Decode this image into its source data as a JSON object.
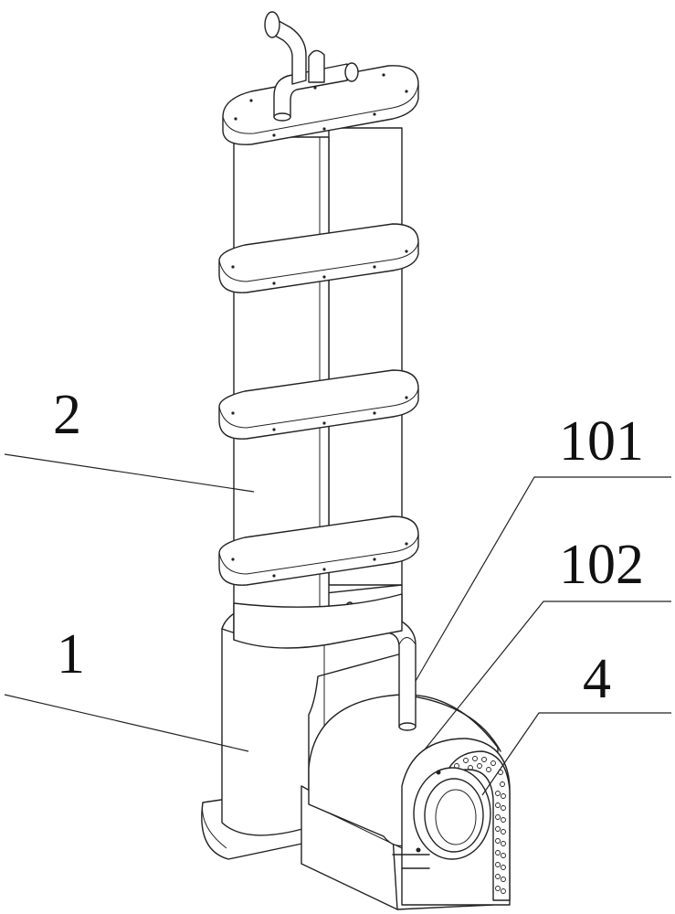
{
  "labels": {
    "label_2": "2",
    "label_1": "1",
    "label_101": "101",
    "label_102": "102",
    "label_4": "4"
  },
  "colors": {
    "line": "#222222",
    "background": "#ffffff"
  }
}
